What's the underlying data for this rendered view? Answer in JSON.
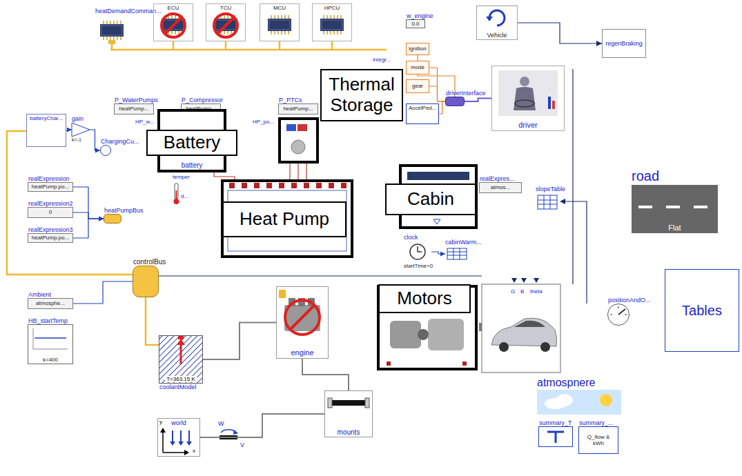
{
  "diagram": {
    "nodes": [
      {
        "text": [
          "heatDemandComman..."
        ]
      },
      {
        "text": [
          "ECU"
        ]
      },
      {
        "text": [
          "TCU"
        ]
      },
      {
        "text": [
          "MCU"
        ]
      },
      {
        "text": [
          "HPCU"
        ]
      },
      {
        "text": [
          "w_engine",
          "0.0"
        ]
      },
      {
        "text": [
          "Vehicle"
        ]
      },
      {
        "text": [
          "regenBraking"
        ]
      },
      {
        "text": [
          "ignition"
        ]
      },
      {
        "text": [
          "mode"
        ]
      },
      {
        "text": [
          "gear"
        ]
      },
      {
        "text": [
          "AccelPed..."
        ]
      },
      {
        "text": [
          "driverInterface"
        ]
      },
      {
        "text": [
          "driver"
        ]
      },
      {
        "text": [
          "Thermal Storage"
        ]
      },
      {
        "text": [
          "batteryChar..."
        ]
      },
      {
        "text": [
          "gain",
          "k=-1"
        ]
      },
      {
        "text": [
          "ChargingCu..."
        ]
      },
      {
        "text": [
          "P_WaterPumps",
          "heatPump..."
        ]
      },
      {
        "text": [
          "P_Compressor",
          "heatPump..."
        ]
      },
      {
        "text": [
          "P_PTCs",
          "heatPump..."
        ]
      },
      {
        "text": [
          "battery"
        ]
      },
      {
        "text": [
          "Battery"
        ]
      },
      {
        "text": [
          "realExpression",
          "heatPump.po..."
        ]
      },
      {
        "text": [
          "realExpression2",
          "0"
        ]
      },
      {
        "text": [
          "realExpression3",
          "heatPump.po..."
        ]
      },
      {
        "text": [
          "heatPumpBus"
        ]
      },
      {
        "text": [
          "Heat Pump"
        ]
      },
      {
        "text": [
          "Cabin"
        ]
      },
      {
        "text": [
          "realExpres...",
          "atmos..."
        ]
      },
      {
        "text": [
          "slopeTable"
        ]
      },
      {
        "text": [
          "road",
          "Flat"
        ]
      },
      {
        "text": [
          "clock",
          "startTime=0"
        ]
      },
      {
        "text": [
          "cabinWarm..."
        ]
      },
      {
        "text": [
          "controlBus"
        ]
      },
      {
        "text": [
          "Ambient",
          "atmosphe..."
        ]
      },
      {
        "text": [
          "HB_startTemp",
          "k=400"
        ]
      },
      {
        "text": [
          "T=363.15 K",
          "coolantModel"
        ]
      },
      {
        "text": [
          "engine"
        ]
      },
      {
        "text": [
          "Motors"
        ]
      },
      {
        "text": [
          "positionAndO..."
        ]
      },
      {
        "text": [
          "Tables"
        ]
      },
      {
        "text": [
          "mounts"
        ]
      },
      {
        "text": [
          "atmospnere"
        ]
      },
      {
        "text": [
          "summary_T"
        ]
      },
      {
        "text": [
          "summary_...",
          "Q_flow & kWh"
        ]
      },
      {
        "text": [
          "world",
          "x",
          "y"
        ]
      }
    ],
    "edges": [
      {
        "from": 15,
        "to": 16,
        "arrow": "to"
      },
      {
        "from": 16,
        "to": 17,
        "arrow": "to"
      },
      {
        "from": 23,
        "to": 26,
        "arrow": "to"
      },
      {
        "from": 24,
        "to": 26,
        "arrow": "to"
      },
      {
        "from": 25,
        "to": 26,
        "arrow": "to"
      },
      {
        "from": 32,
        "to": 33,
        "arrow": "to"
      },
      {
        "from": 8,
        "to": 12,
        "arrow": "none"
      },
      {
        "from": 9,
        "to": 12,
        "arrow": "none"
      },
      {
        "from": 10,
        "to": 12,
        "arrow": "none"
      },
      {
        "from": 11,
        "to": 12,
        "arrow": "none"
      },
      {
        "from": 12,
        "to": 13,
        "arrow": "none"
      },
      {
        "from": 6,
        "to": 7,
        "arrow": "to"
      },
      {
        "from": 35,
        "to": 34,
        "arrow": "none"
      },
      {
        "from": 37,
        "to": 38,
        "arrow": "none"
      },
      {
        "from": 38,
        "to": 42,
        "arrow": "none"
      },
      {
        "from": 46,
        "to": 42,
        "arrow": "none"
      }
    ],
    "labels": [
      "integr...",
      "HP_w...",
      "HP_po...",
      "temper",
      "d...",
      "G",
      "B",
      "theta",
      "W",
      "V"
    ]
  }
}
